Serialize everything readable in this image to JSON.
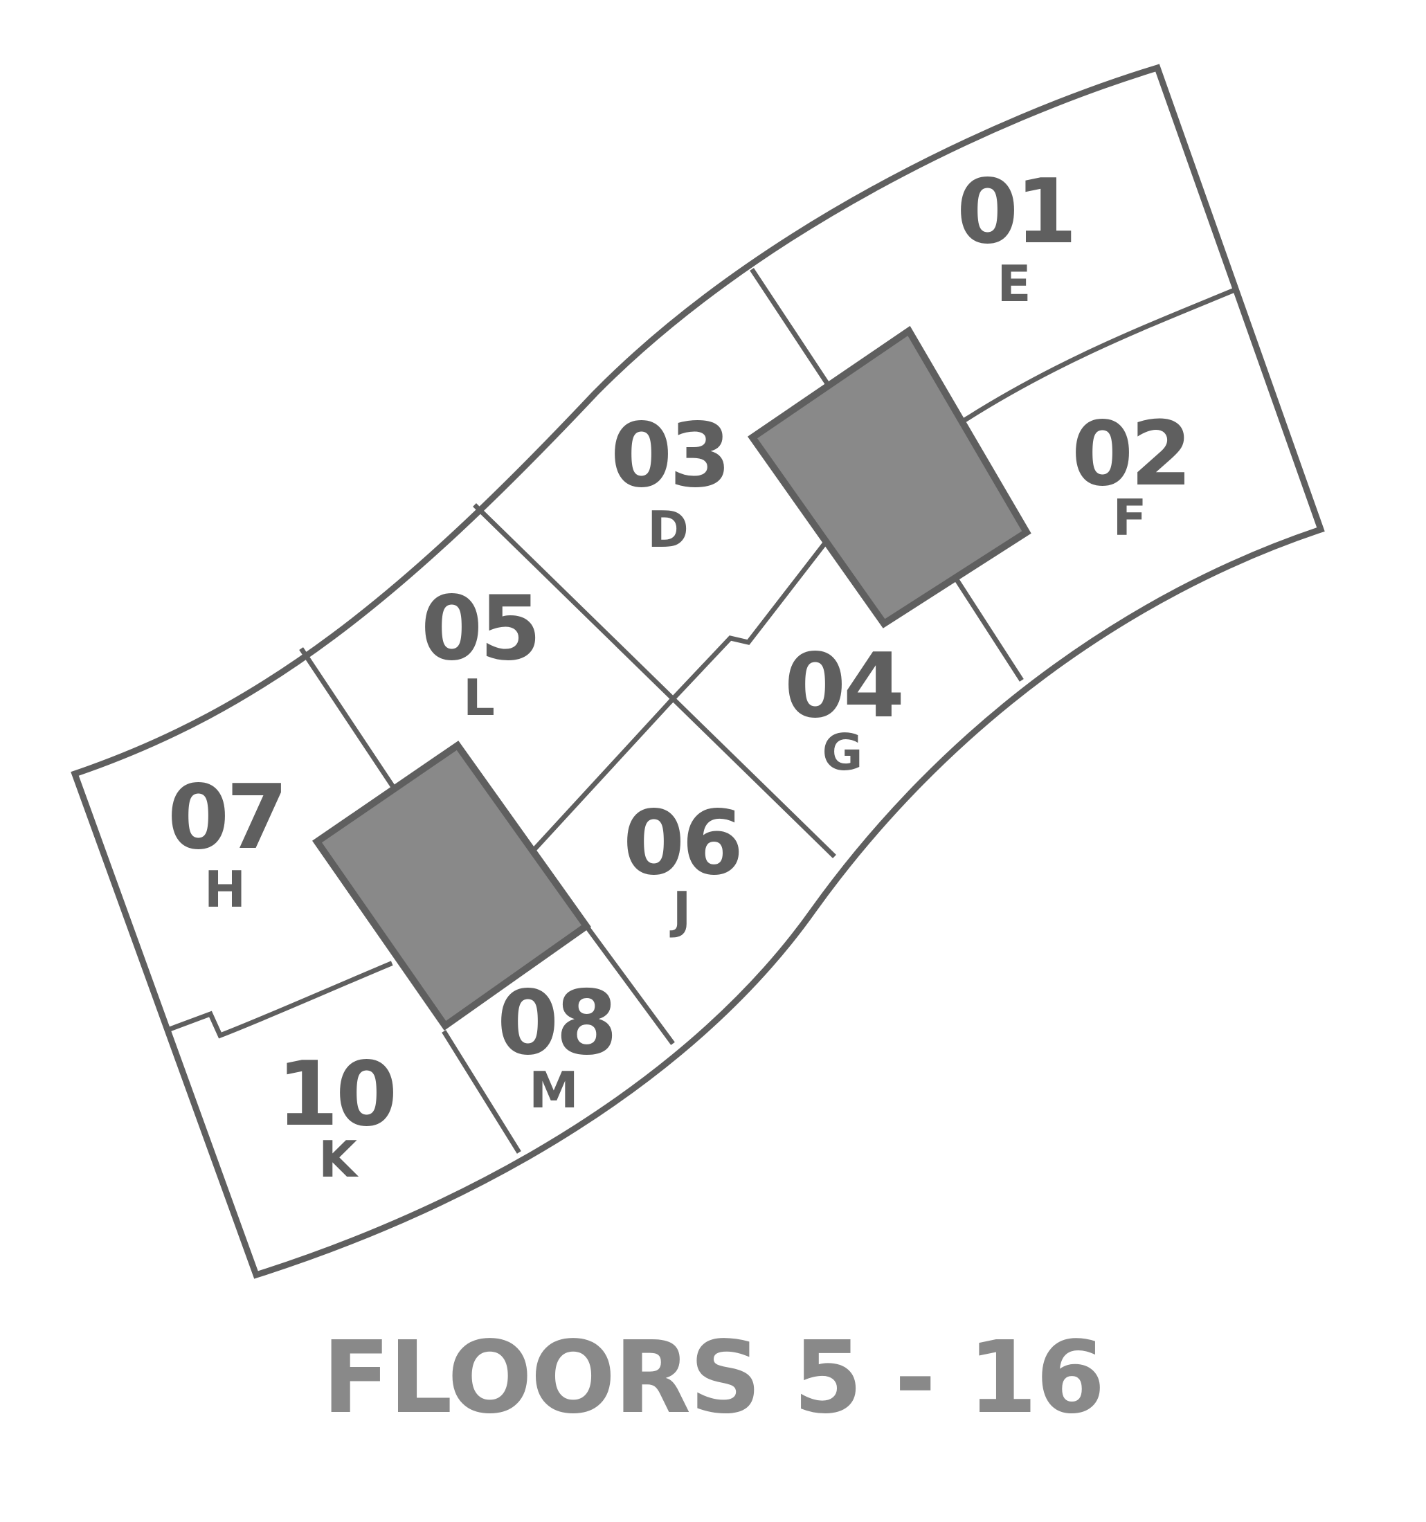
{
  "title": "FLOORS 5 - 16",
  "units": [
    {
      "id": "01",
      "letter": "E"
    },
    {
      "id": "02",
      "letter": "F"
    },
    {
      "id": "03",
      "letter": "D"
    },
    {
      "id": "04",
      "letter": "G"
    },
    {
      "id": "05",
      "letter": "L"
    },
    {
      "id": "06",
      "letter": "J"
    },
    {
      "id": "07",
      "letter": "H"
    },
    {
      "id": "08",
      "letter": "M"
    },
    {
      "id": "10",
      "letter": "K"
    }
  ],
  "colors": {
    "line": "#5f5f5f",
    "core": "#898989",
    "title": "#898989"
  }
}
